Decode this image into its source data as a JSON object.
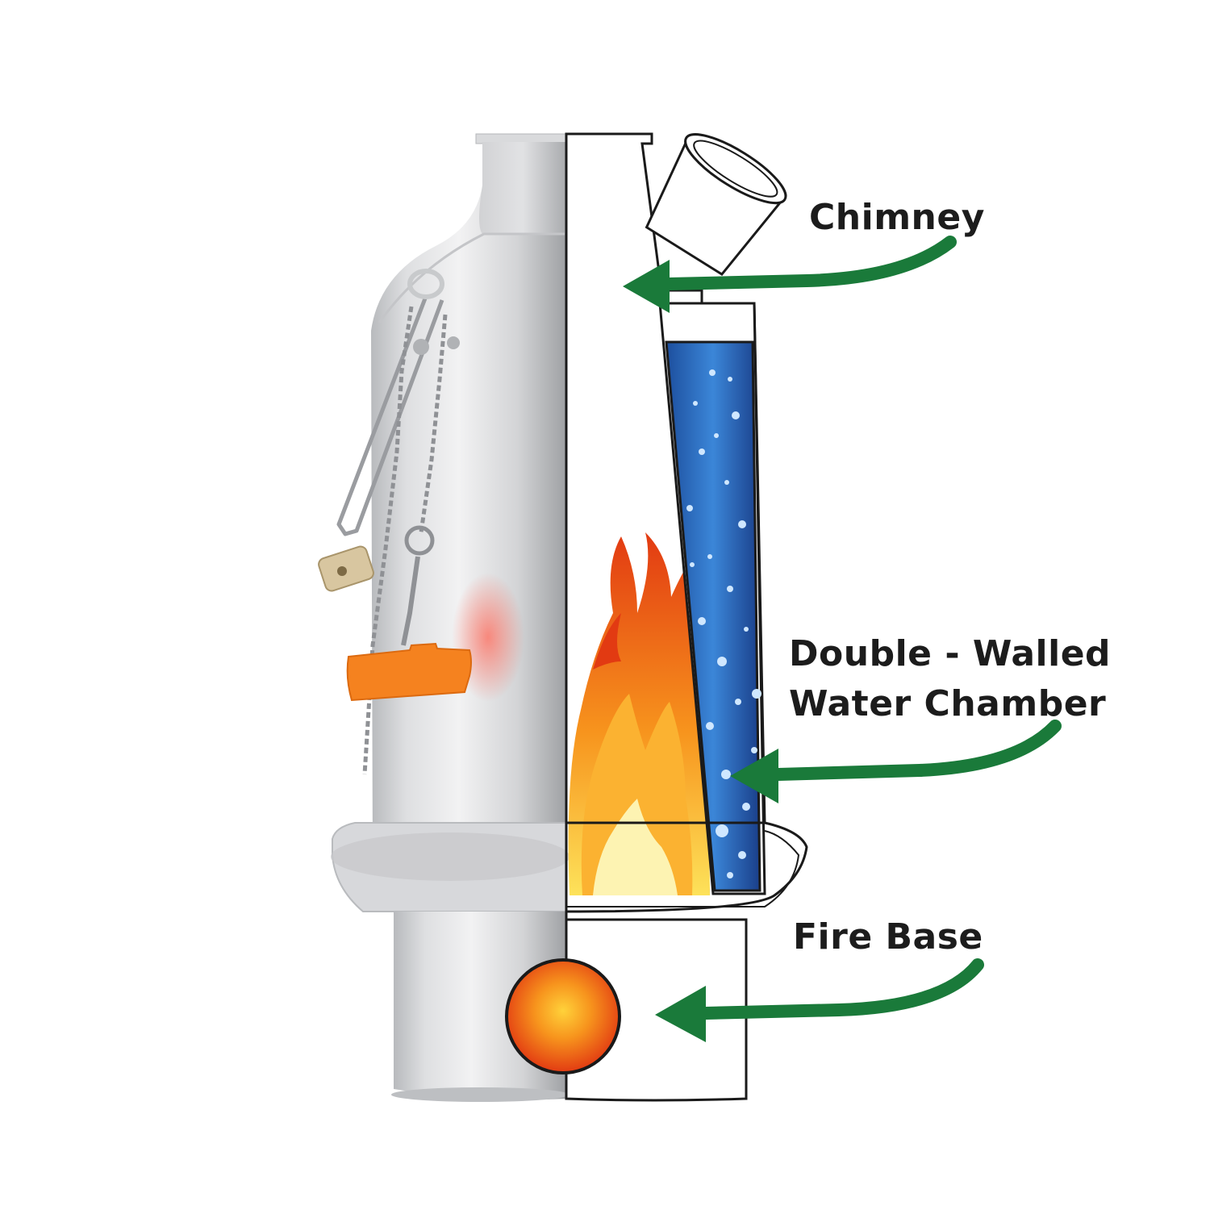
{
  "diagram": {
    "labels": {
      "chimney": "Chimney",
      "water_chamber_line1": "Double - Walled",
      "water_chamber_line2": "Water Chamber",
      "fire_base": "Fire Base"
    },
    "colors": {
      "arrow_green": "#1a7a3a",
      "steel_light": "#e8e8ea",
      "steel_dark": "#a9abae",
      "water_blue": "#2c6fc4",
      "water_dark": "#1a3f8a",
      "flame_red": "#e23a12",
      "flame_orange": "#f7941d",
      "flame_yellow": "#fde25a",
      "cork_orange": "#f5821f",
      "outline": "#1a1a1a"
    },
    "icons": [
      "chimney-arrow-icon",
      "water-chamber-arrow-icon",
      "fire-base-arrow-icon",
      "flame-icon",
      "fire-hole-icon"
    ]
  }
}
